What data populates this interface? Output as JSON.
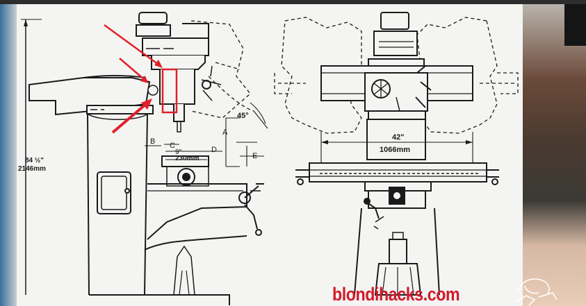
{
  "drawing": {
    "side_view": {
      "height_in": "84 ½\"",
      "height_mm": "2146mm",
      "angle": "45°",
      "dim_a": "A",
      "dim_b": "B",
      "dim_c": "C",
      "dim_d": "D",
      "dim_e": "E",
      "dim_9": "9\"",
      "dim_230": "230mm"
    },
    "front_view": {
      "width_in": "42\"",
      "width_mm": "1066mm"
    }
  },
  "watermark": {
    "text": "blondihacks.com"
  },
  "colors": {
    "annotation": "#e0202a",
    "watermark": "#d11b2b",
    "line": "#1a1a1a"
  }
}
